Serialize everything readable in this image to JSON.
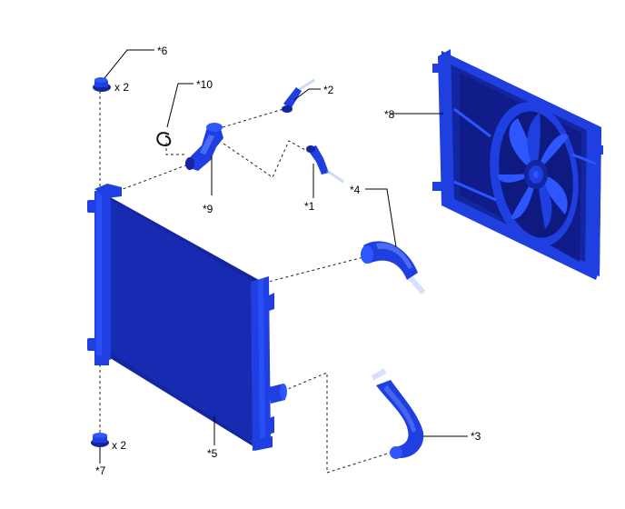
{
  "callouts": {
    "c1": "*1",
    "c2": "*2",
    "c3": "*3",
    "c4": "*4",
    "c5": "*5",
    "c6": "*6",
    "c7": "*7",
    "c8": "*8",
    "c9": "*9",
    "c10": "*10"
  },
  "quantities": {
    "top_bracket": "x 2",
    "bottom_bracket": "x 2"
  },
  "colors": {
    "part_dark": "#13259f",
    "part_mid": "#1f3fe0",
    "part_light": "#2e56ff",
    "leader_line": "#000000"
  }
}
